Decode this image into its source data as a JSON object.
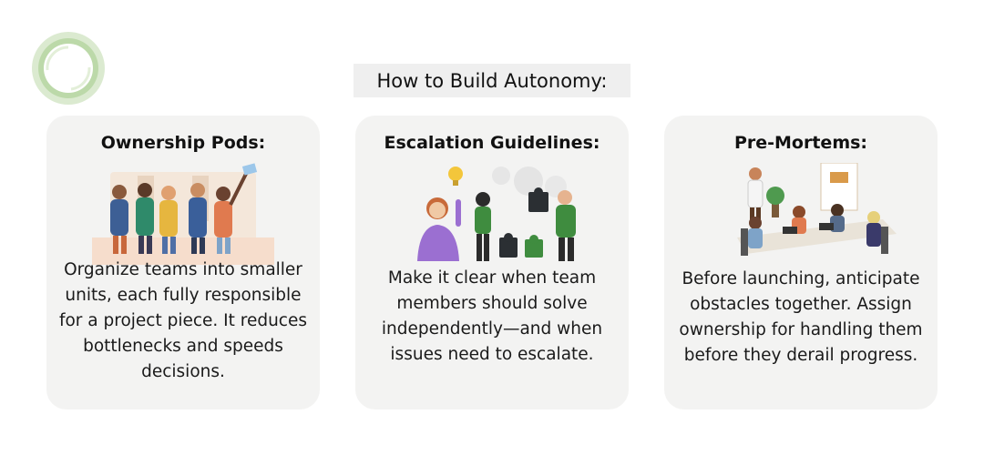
{
  "header": {
    "title": "How to Build Autonomy:"
  },
  "logo": {
    "icon": "green-ring-logo-icon",
    "colors": [
      "#a9cf94",
      "#cfe3c2",
      "#e6f0de"
    ]
  },
  "cards": [
    {
      "title": "Ownership Pods:",
      "illustration": "team-celebration-illustration-icon",
      "text": "Organize teams into smaller units, each fully responsible for a project piece. It reduces bottlenecks and speeds decisions."
    },
    {
      "title": "Escalation Guidelines:",
      "illustration": "puzzle-teamwork-illustration-icon",
      "text": "Make it clear when team members should solve independently—and when issues need to escalate."
    },
    {
      "title": "Pre-Mortems:",
      "illustration": "meeting-table-illustration-icon",
      "text": "Before launching, anticipate obstacles together. Assign ownership for handling them before they derail progress."
    }
  ],
  "colors": {
    "card_background": "#f3f3f2",
    "title_background": "#efefef",
    "accent_purple": "#9b6fd1",
    "accent_green": "#3f8c3f"
  }
}
